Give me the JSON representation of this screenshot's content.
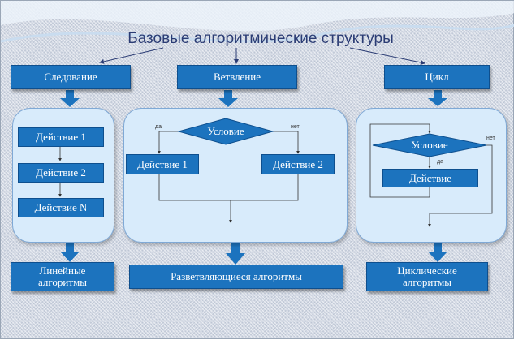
{
  "title": "Базовые алгоритмические структуры",
  "columns": {
    "sequence": {
      "header": "Следование",
      "steps": [
        "Действие 1",
        "Действие 2",
        "Действие N"
      ],
      "result": "Линейные алгоритмы"
    },
    "branch": {
      "header": "Ветвление",
      "condition": "Условие",
      "yes": "да",
      "no": "нет",
      "left_action": "Действие 1",
      "right_action": "Действие 2",
      "result": "Разветвляющиеся алгоритмы"
    },
    "loop": {
      "header": "Цикл",
      "condition": "Условие",
      "yes": "да",
      "no": "нет",
      "action": "Действие",
      "result": "Циклические алгоритмы"
    }
  },
  "colors": {
    "box": "#1c73be",
    "panel": "#d8ebfb",
    "title": "#2b3c74",
    "arrow": "#1c73be"
  }
}
